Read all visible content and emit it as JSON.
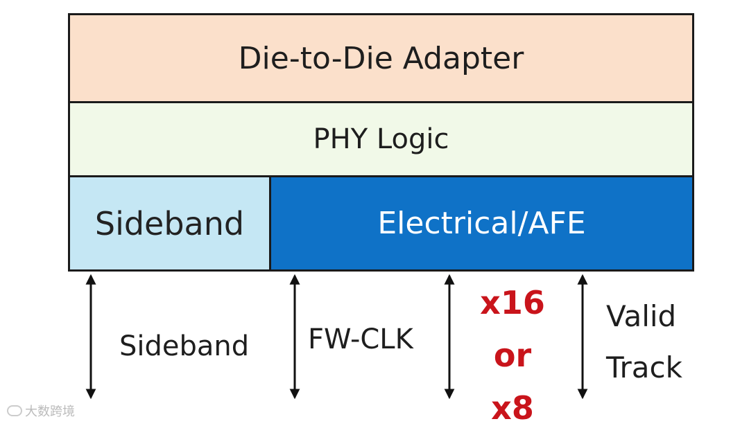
{
  "layers": {
    "adapter": "Die-to-Die Adapter",
    "phy_logic": "PHY Logic",
    "sideband": "Sideband",
    "electrical_afe": "Electrical/AFE"
  },
  "signals": {
    "sideband": "Sideband",
    "fw_clk": "FW-CLK",
    "data_width": [
      "x16",
      "or",
      "x8"
    ],
    "valid_track": [
      "Valid",
      "Track"
    ]
  },
  "watermark": "大数跨境",
  "colors": {
    "adapter": "#fbe0cb",
    "phy_logic": "#f1f9e8",
    "sideband": "#c5e7f4",
    "electrical_afe": "#0f72c7",
    "data_width_text": "#c9141b"
  }
}
